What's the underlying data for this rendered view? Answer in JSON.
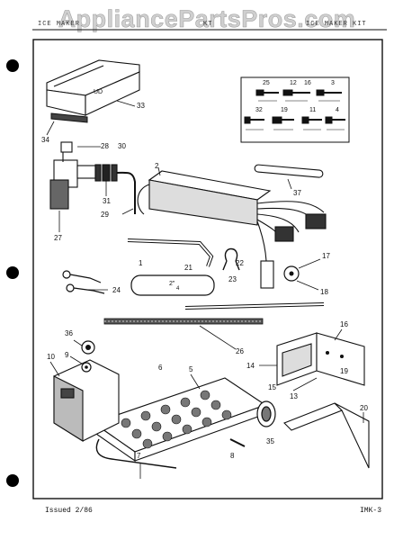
{
  "watermark": "AppliancePartsPros.com",
  "header": {
    "left": "ICE MAKER",
    "center": "KT",
    "right": "ICE MAKER KIT"
  },
  "footer": {
    "issued": "Issued 2/86",
    "page": "IMK-3"
  },
  "callouts": {
    "c1": "1",
    "c2": "2",
    "c3": "3",
    "c4": "4",
    "c5": "5",
    "c6": "6",
    "c7": "7",
    "c8": "8",
    "c9": "9",
    "c10": "10",
    "c11": "11",
    "c12": "12",
    "c13": "13",
    "c14": "14",
    "c15": "15",
    "c16": "16",
    "c17": "17",
    "c18": "18",
    "c19": "19",
    "c20": "20",
    "c21": "21",
    "c22": "22",
    "c23": "23",
    "c24": "24",
    "c25": "25",
    "c26": "26",
    "c27": "27",
    "c28": "28",
    "c29": "29",
    "c30": "30",
    "c31": "31",
    "c32": "32",
    "c33": "33",
    "c34": "34",
    "c35": "35",
    "c36": "36",
    "c37": "37"
  },
  "part_marks": {
    "tube_mark": "2\"",
    "tube_den": "4"
  }
}
